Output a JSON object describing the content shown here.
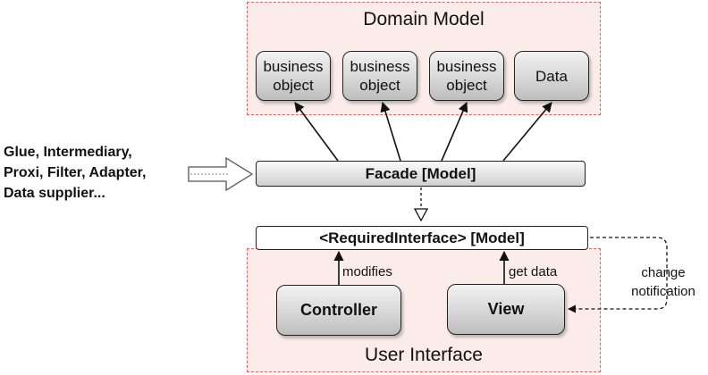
{
  "domain_model": {
    "title": "Domain Model",
    "objects": [
      {
        "line1": "business",
        "line2": "object"
      },
      {
        "line1": "business",
        "line2": "object"
      },
      {
        "line1": "business",
        "line2": "object"
      },
      {
        "line1": "Data",
        "line2": ""
      }
    ]
  },
  "glue": {
    "lines": [
      "Glue, Intermediary,",
      "Proxi, Filter, Adapter,",
      "Data supplier..."
    ]
  },
  "facade": {
    "label": "Facade [Model]"
  },
  "required_interface": {
    "label": "<RequiredInterface> [Model]"
  },
  "user_interface": {
    "title": "User Interface",
    "controller_label": "Controller",
    "view_label": "View",
    "modifies_label": "modifies",
    "get_data_label": "get data"
  },
  "change_notification": {
    "line1": "change",
    "line2": "notification"
  }
}
